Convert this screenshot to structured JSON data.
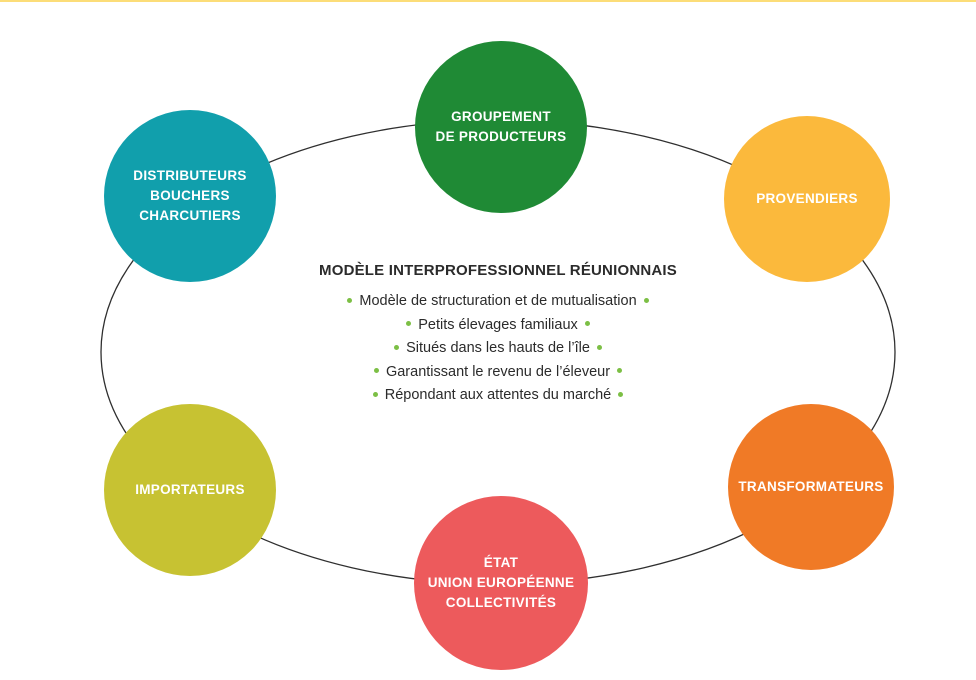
{
  "colors": {
    "top_rule": "#fcdd78",
    "ring": "#2f2f2f",
    "bullet": "#7cbf45",
    "center_text": "#2b2b2b"
  },
  "nodes": {
    "groupement": {
      "lines": [
        "GROUPEMENT",
        "DE PRODUCTEURS"
      ],
      "color": "#1f8a35"
    },
    "provendiers": {
      "lines": [
        "PROVENDIERS"
      ],
      "color": "#fbb93c"
    },
    "transformateurs": {
      "lines": [
        "TRANSFORMATEURS"
      ],
      "color": "#f07a26"
    },
    "etat": {
      "lines": [
        "ÉTAT",
        "UNION EUROPÉENNE",
        "COLLECTIVITÉS"
      ],
      "color": "#ed5a5c"
    },
    "importateurs": {
      "lines": [
        "IMPORTATEURS"
      ],
      "color": "#c7c232"
    },
    "distributeurs": {
      "lines": [
        "DISTRIBUTEURS",
        "BOUCHERS",
        "CHARCUTIERS"
      ],
      "color": "#119fac"
    }
  },
  "center": {
    "title": "MODÈLE INTERPROFESSIONNEL RÉUNIONNAIS",
    "items": [
      "Modèle de structuration et de mutualisation",
      "Petits élevages familiaux",
      "Situés dans les hauts de l’île",
      "Garantissant le revenu de l’éleveur",
      "Répondant aux attentes du marché"
    ]
  }
}
